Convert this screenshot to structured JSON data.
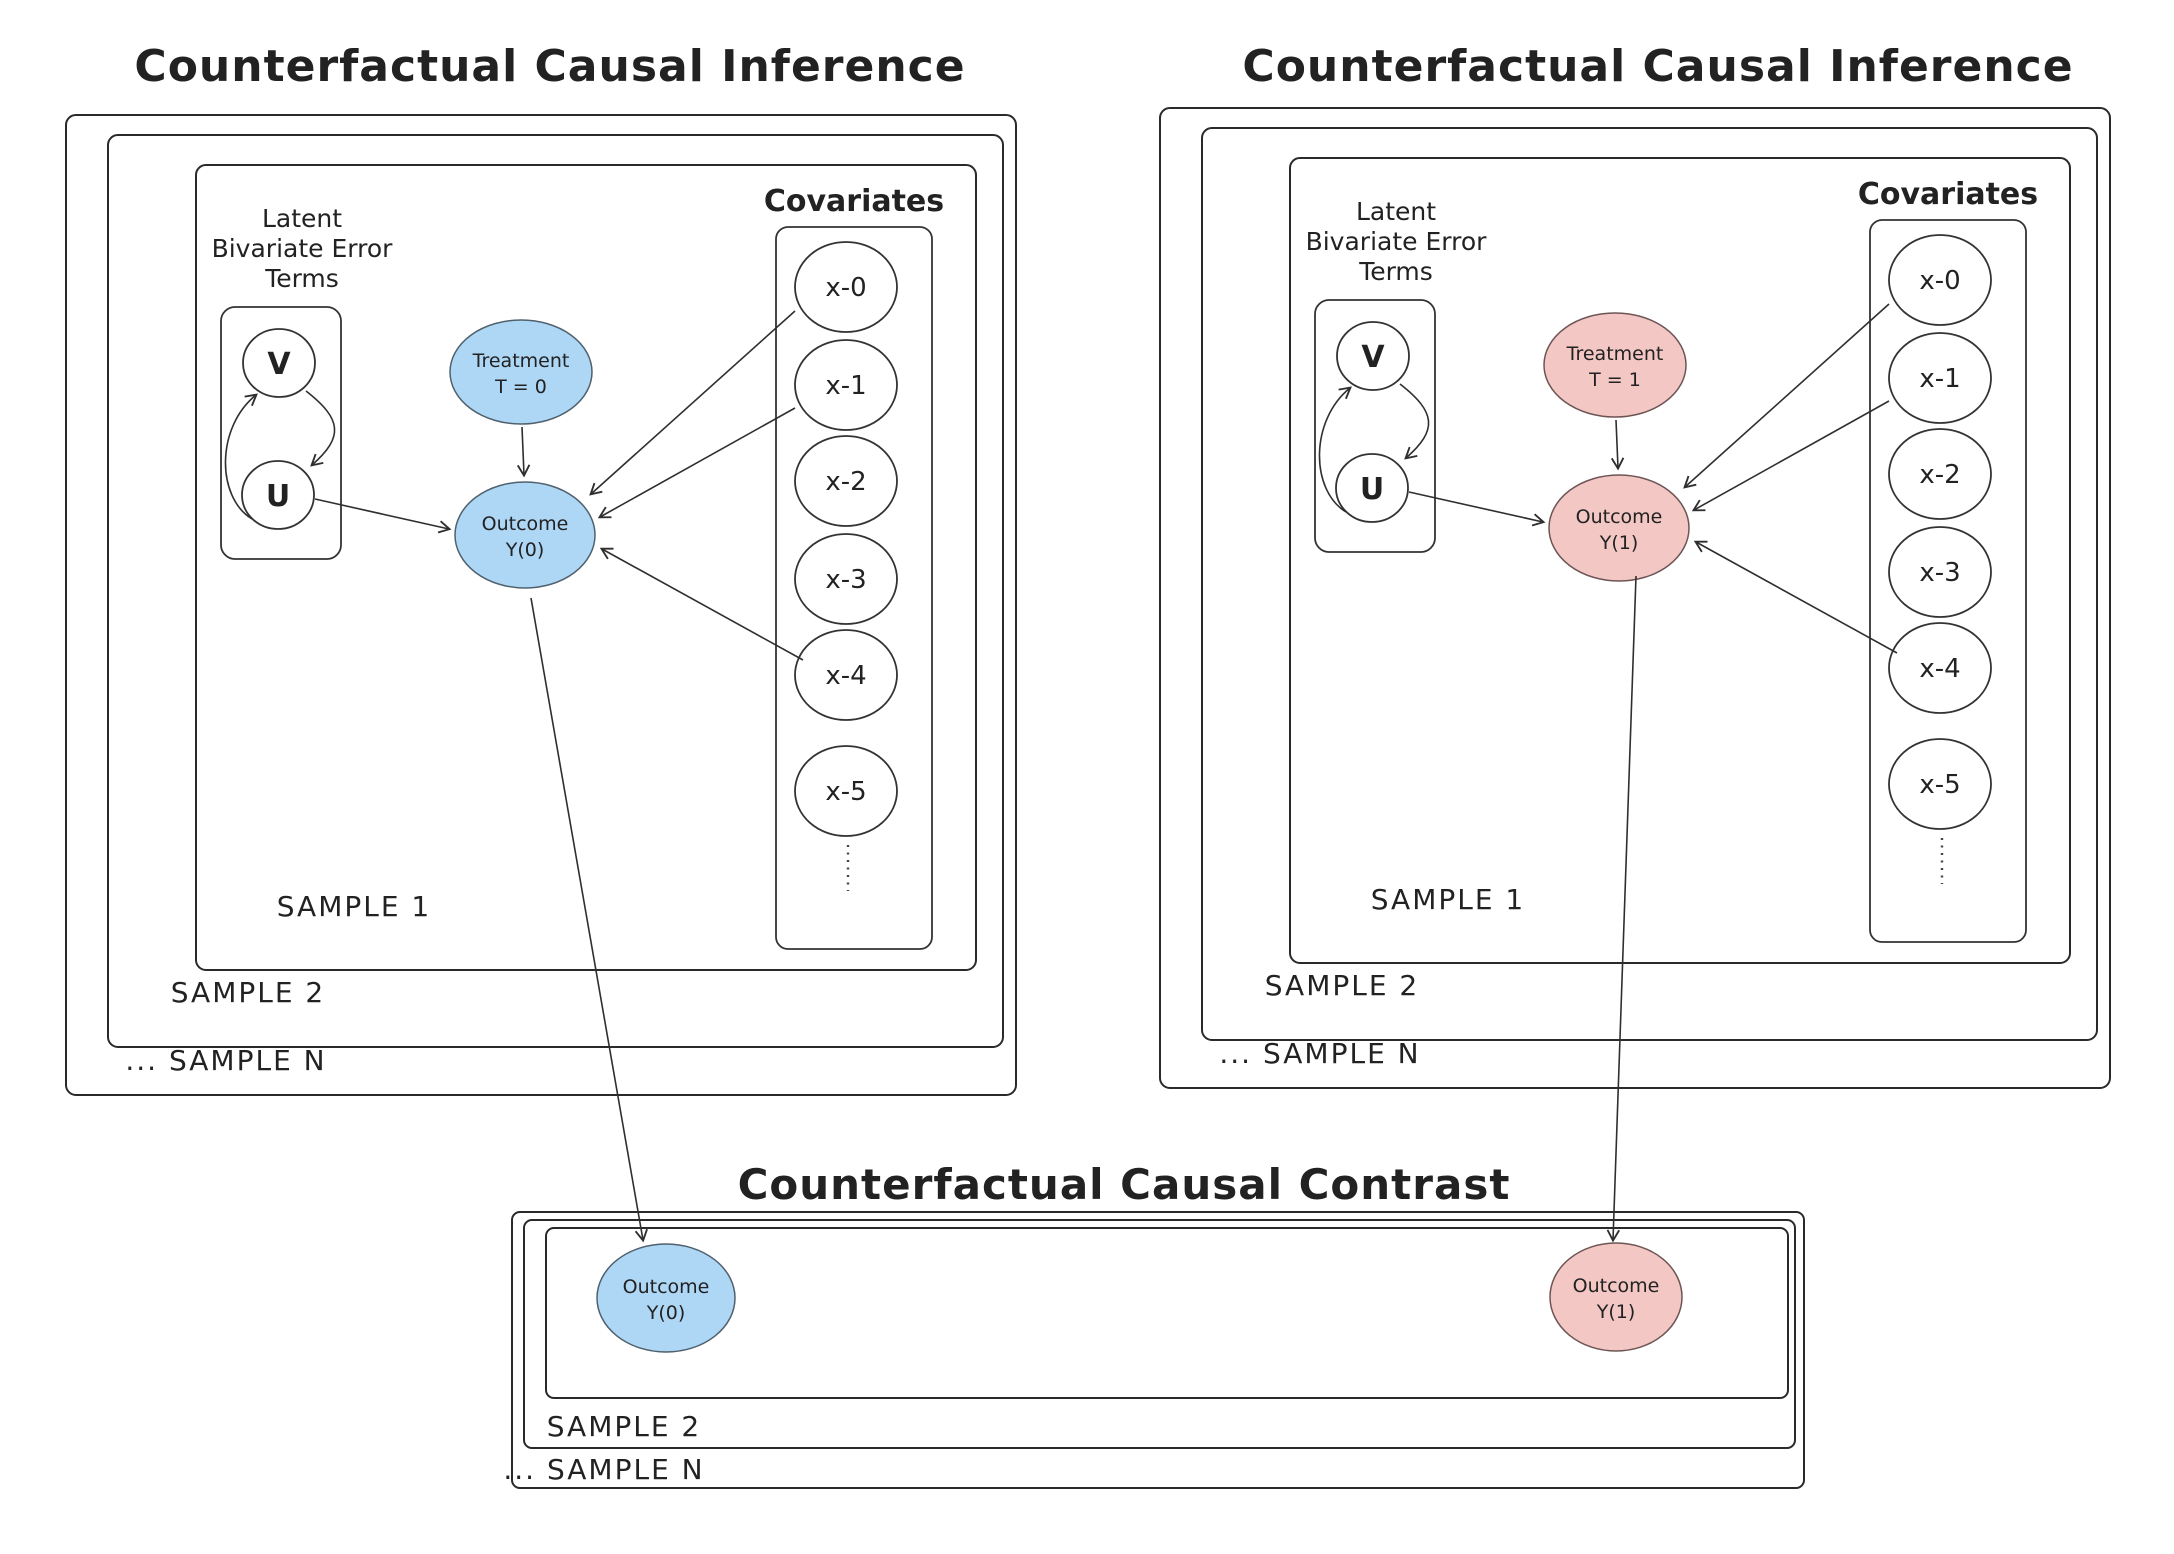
{
  "panels": {
    "left": {
      "title": "Counterfactual Causal Inference",
      "latent_lines": [
        "Latent",
        "Bivariate Error",
        "Terms"
      ],
      "v_label": "V",
      "u_label": "U",
      "treatment_lines": [
        "Treatment",
        "T = 0"
      ],
      "outcome_lines": [
        "Outcome",
        "Y(0)"
      ],
      "covariates_label": "Covariates",
      "covariates": [
        "x-0",
        "x-1",
        "x-2",
        "x-3",
        "x-4",
        "x-5"
      ],
      "samples": {
        "s1": "SAMPLE 1",
        "s2": "SAMPLE 2",
        "sn": "... SAMPLE N"
      }
    },
    "right": {
      "title": "Counterfactual Causal Inference",
      "latent_lines": [
        "Latent",
        "Bivariate Error",
        "Terms"
      ],
      "v_label": "V",
      "u_label": "U",
      "treatment_lines": [
        "Treatment",
        "T = 1"
      ],
      "outcome_lines": [
        "Outcome",
        "Y(1)"
      ],
      "covariates_label": "Covariates",
      "covariates": [
        "x-0",
        "x-1",
        "x-2",
        "x-3",
        "x-4",
        "x-5"
      ],
      "samples": {
        "s1": "SAMPLE 1",
        "s2": "SAMPLE 2",
        "sn": "... SAMPLE N"
      }
    }
  },
  "contrast": {
    "title": "Counterfactual Causal Contrast",
    "outcome_left_lines": [
      "Outcome",
      "Y(0)"
    ],
    "outcome_right_lines": [
      "Outcome",
      "Y(1)"
    ],
    "samples": {
      "s2": "SAMPLE 2",
      "sn": "... SAMPLE N"
    }
  },
  "colors": {
    "control_fill": "#aed6f5",
    "treated_fill": "#f3c7c4",
    "stroke": "#2a2a2a",
    "background": "#ffffff"
  }
}
